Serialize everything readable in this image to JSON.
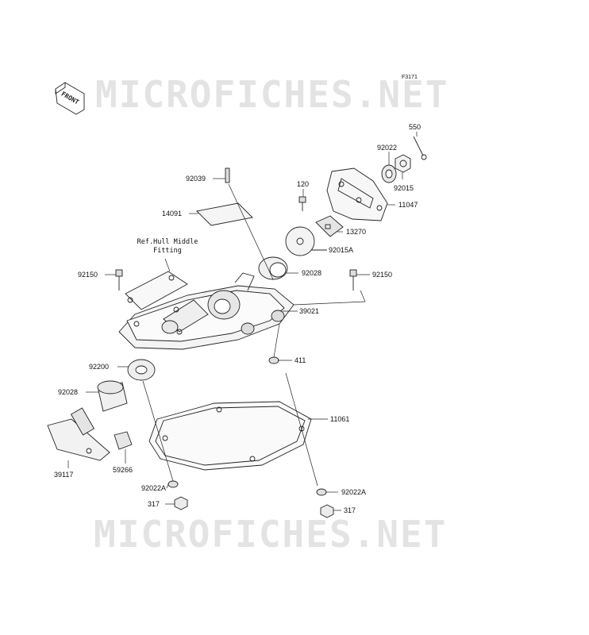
{
  "figure_code": "F3171",
  "watermark_text": "MICROFICHES.NET",
  "front_badge": "FRONT",
  "reference_note": {
    "line1": "Ref.Hull Middle",
    "line2": "Fitting"
  },
  "parts": {
    "p550": "550",
    "p92022": "92022",
    "p92015": "92015",
    "p11047": "11047",
    "p120": "120",
    "p13270": "13270",
    "p92015A": "92015A",
    "p92039": "92039",
    "p14091": "14091",
    "p92028_top": "92028",
    "p92150_left": "92150",
    "p92150_right": "92150",
    "p39021": "39021",
    "p411": "411",
    "p92200": "92200",
    "p92028_left": "92028",
    "p11061": "11061",
    "p39117": "39117",
    "p59266": "59266",
    "p92022A_left": "92022A",
    "p317_left": "317",
    "p92022A_right": "92022A",
    "p317_right": "317"
  },
  "colors": {
    "line": "#222222",
    "fill_light": "#f2f2f2",
    "fill_mid": "#d9d9d9",
    "watermark": "#e3e3e3"
  }
}
